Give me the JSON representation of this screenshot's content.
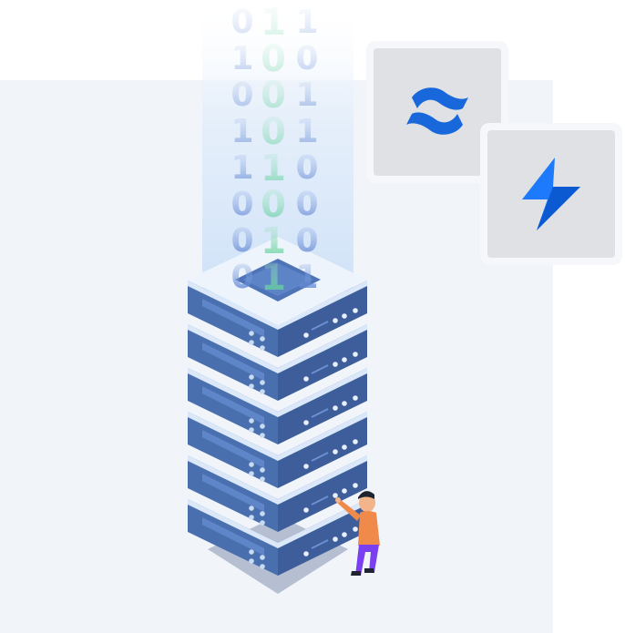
{
  "binary_columns": [
    [
      "0",
      "1",
      "0",
      "1",
      "1",
      "0",
      "0",
      "0"
    ],
    [
      "1",
      "0",
      "0",
      "0",
      "1",
      "0",
      "1",
      "1"
    ],
    [
      "1",
      "0",
      "1",
      "1",
      "0",
      "0",
      "0",
      "1"
    ]
  ],
  "colors": {
    "background": "#f1f4f9",
    "server_body": "#4a6fae",
    "server_top": "#e8f0fb",
    "beam": "#dbeafb",
    "binary_blue": "#7ea6e8",
    "binary_green": "#7fdcb0",
    "confluence_blue": "#1868db",
    "jira_blue": "#1d7afc",
    "person_shirt": "#f08a4b",
    "person_pants": "#7b3ff2"
  },
  "icons": [
    "confluence-logo-icon",
    "jira-logo-icon"
  ]
}
